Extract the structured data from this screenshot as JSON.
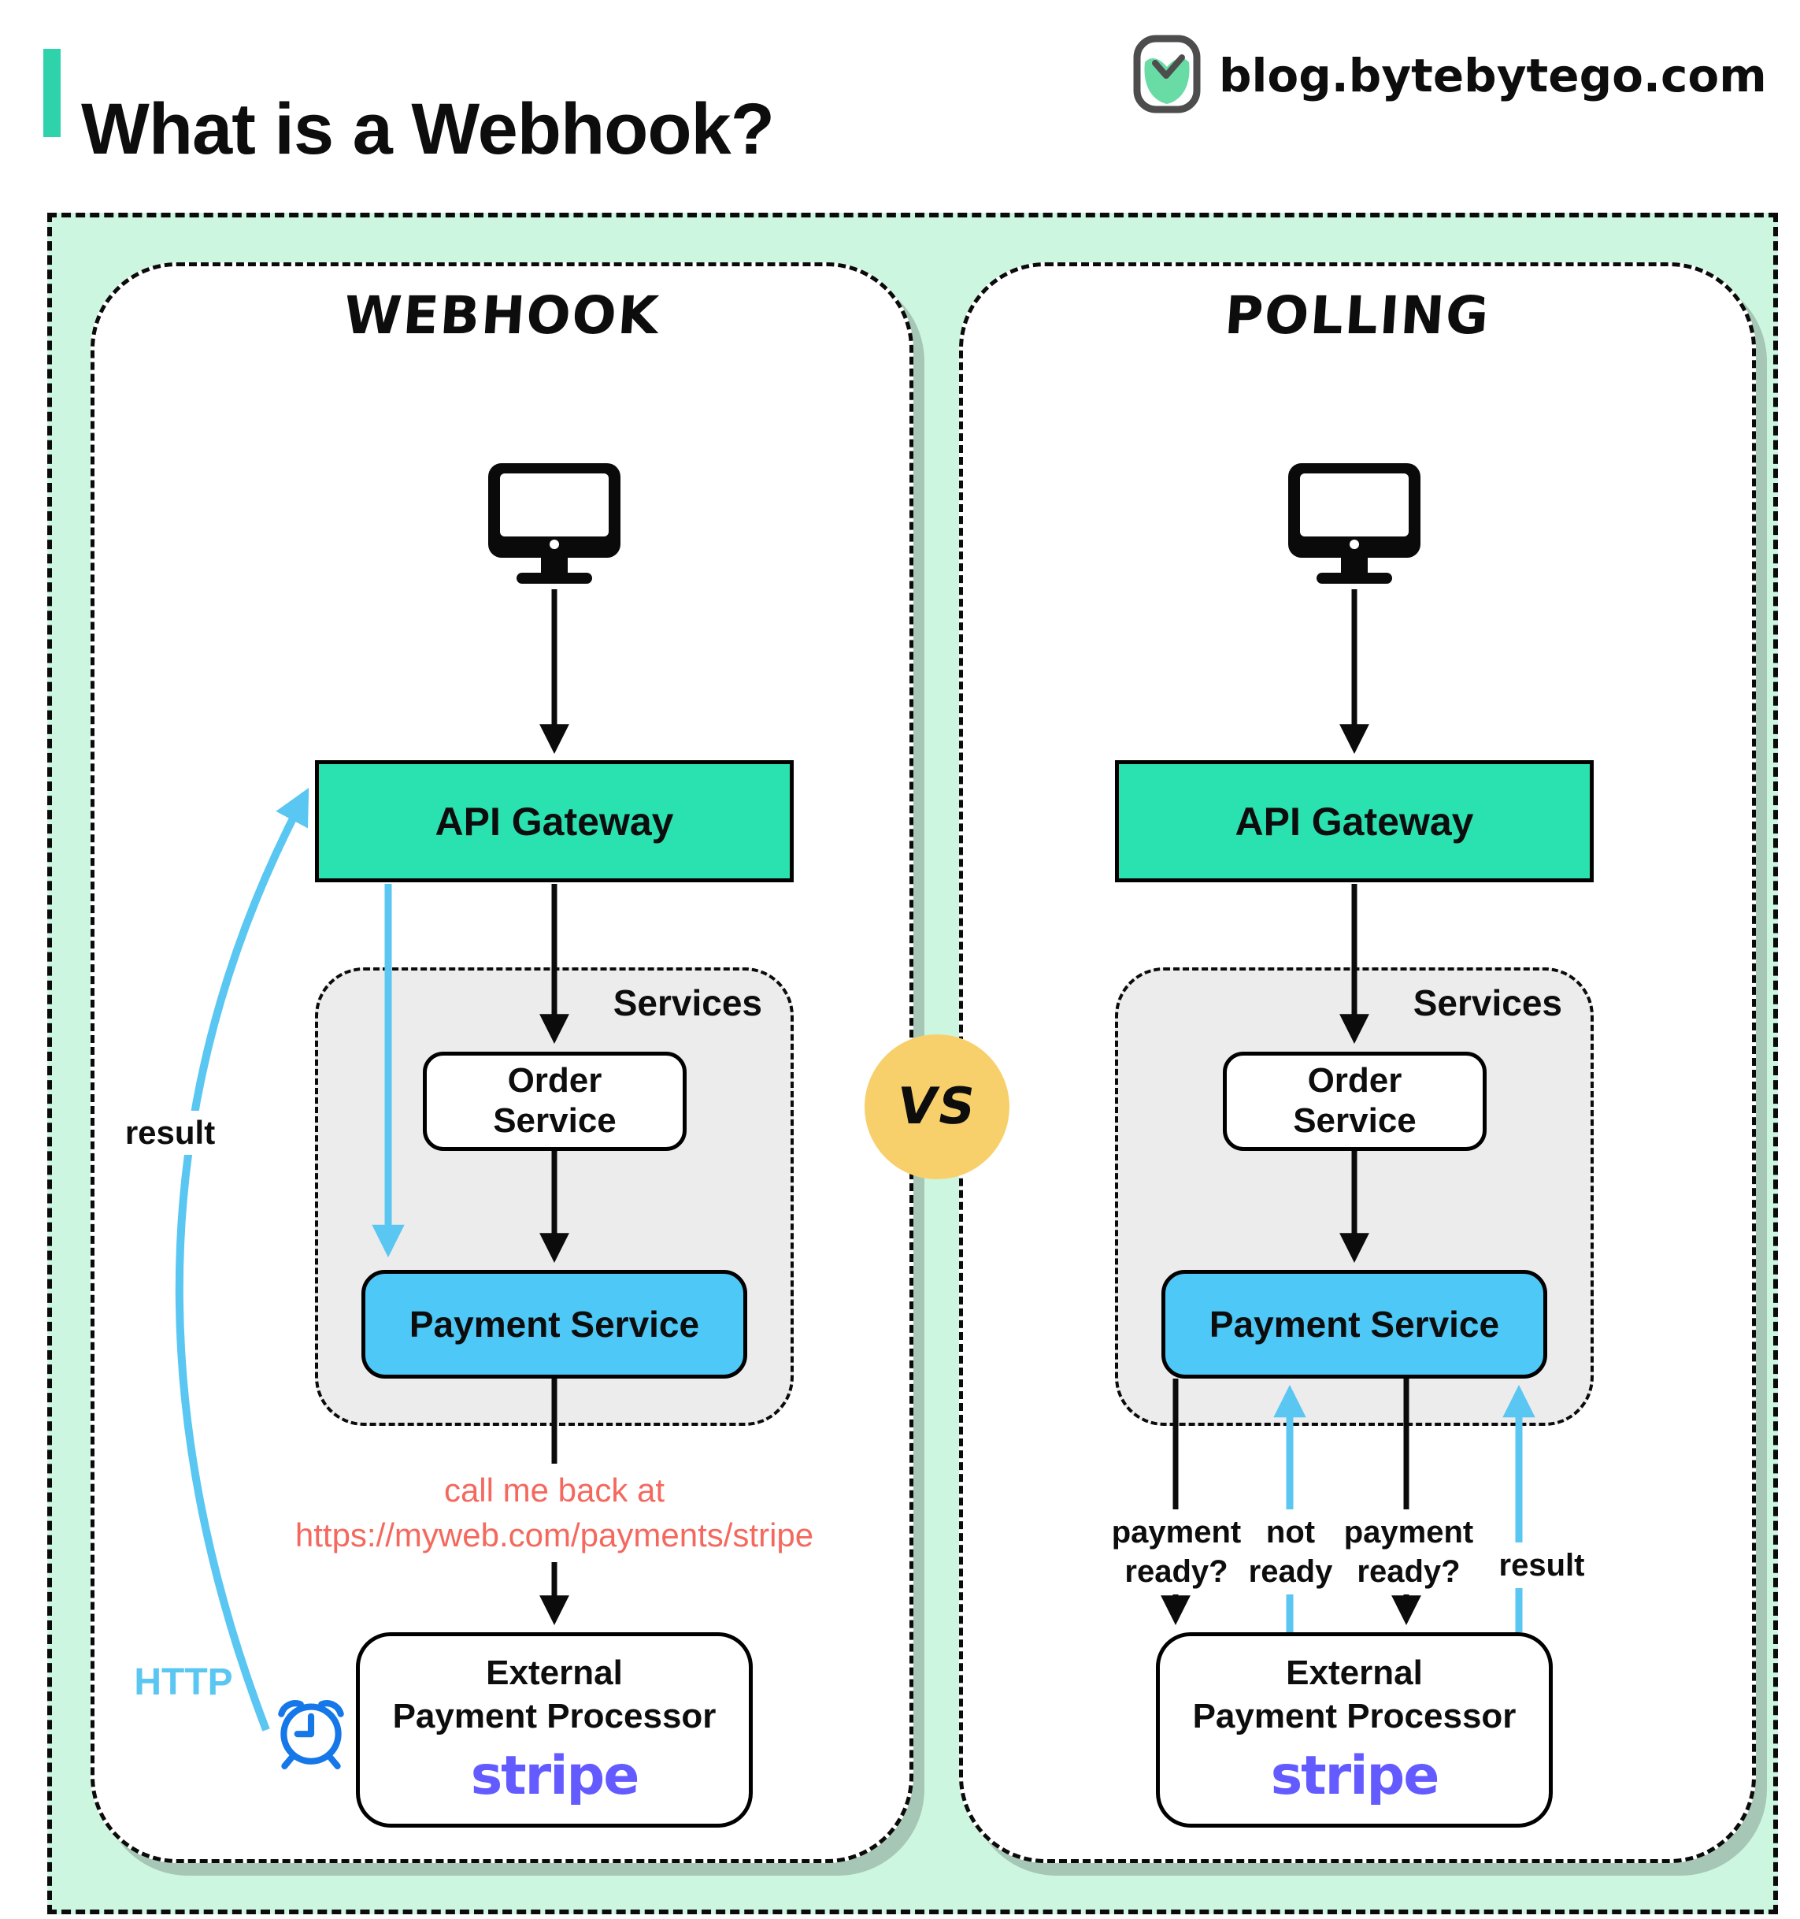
{
  "header": {
    "title": "What is a Webhook?",
    "site": "blog.bytebytego.com"
  },
  "vs": "VS",
  "webhook": {
    "title": "Webhook",
    "api_gateway": "API Gateway",
    "services": "Services",
    "order_line1": "Order",
    "order_line2": "Service",
    "payment": "Payment Service",
    "callback_line1": "call me back at",
    "callback_line2": "https://myweb.com/payments/stripe",
    "external_line1": "External",
    "external_line2": "Payment Processor",
    "stripe": "stripe",
    "result": "result",
    "http": "HTTP"
  },
  "polling": {
    "title": "Polling",
    "api_gateway": "API Gateway",
    "services": "Services",
    "order_line1": "Order",
    "order_line2": "Service",
    "payment": "Payment Service",
    "external_line1": "External",
    "external_line2": "Payment Processor",
    "stripe": "stripe",
    "ask1": "payment ready?",
    "not_ready": "not ready",
    "ask2": "payment ready?",
    "result": "result"
  },
  "colors": {
    "accent_teal": "#2fd3ab",
    "mint_background": "#cdf6e0",
    "api_gateway_fill": "#2ae1b0",
    "payment_service_fill": "#4dc8f7",
    "services_fill": "#ececec",
    "arrow_blue": "#5ac6f2",
    "clock_blue": "#1577e8",
    "vs_yellow": "#f8d06b",
    "callback_red": "#f4685e",
    "stripe_purple": "#635bff",
    "panel_shadow": "#a6c7b5",
    "logo_green": "#69dba5"
  }
}
